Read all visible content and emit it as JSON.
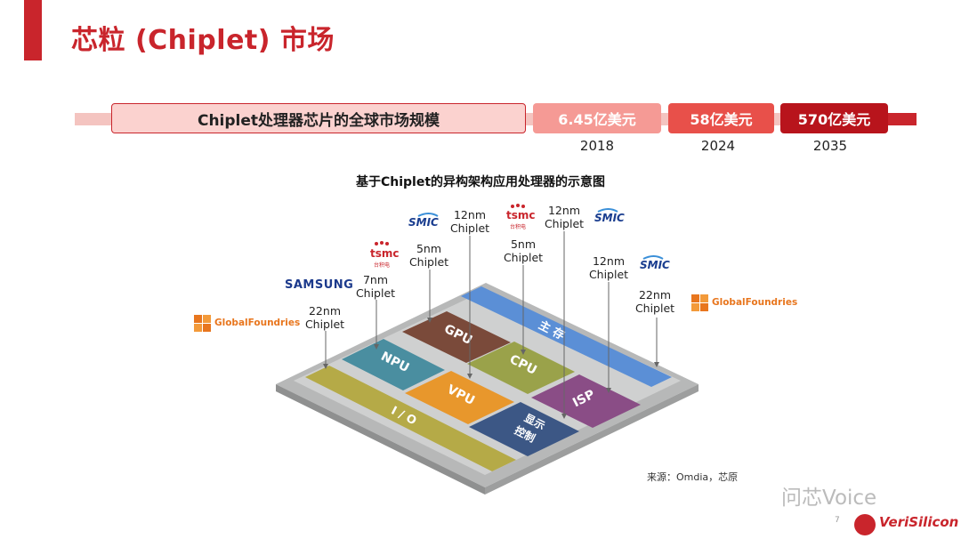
{
  "title": "芯粒 (Chiplet) 市场",
  "market": {
    "label": "Chiplet处理器芯片的全球市场规模",
    "values": [
      {
        "amount": "6.45亿美元",
        "year": "2018",
        "color": "#f59a95"
      },
      {
        "amount": "58亿美元",
        "year": "2024",
        "color": "#e8504a"
      },
      {
        "amount": "570亿美元",
        "year": "2035",
        "color": "#b8141c"
      }
    ]
  },
  "diagram": {
    "title": "基于Chiplet的异构架构应用处理器的示意图",
    "blocks": {
      "gpu": "GPU",
      "npu": "NPU",
      "cpu": "CPU",
      "vpu": "VPU",
      "isp": "ISP",
      "io": "I / O",
      "memory": "主 存",
      "display_line1": "显示",
      "display_line2": "控制"
    },
    "chiplet_labels": {
      "io": [
        "22nm",
        "Chiplet"
      ],
      "npu": [
        "7nm",
        "Chiplet"
      ],
      "gpu": [
        "5nm",
        "Chiplet"
      ],
      "vpu": [
        "12nm",
        "Chiplet"
      ],
      "cpu": [
        "5nm",
        "Chiplet"
      ],
      "display": [
        "12nm",
        "Chiplet"
      ],
      "isp": [
        "12nm",
        "Chiplet"
      ],
      "memory": [
        "22nm",
        "Chiplet"
      ]
    },
    "logos": {
      "globalfoundries": "GlobalFoundries",
      "samsung": "SAMSUNG",
      "smic": "SMIC",
      "tsmc": "tsmc",
      "tsmc_sub": "台积电"
    }
  },
  "source": "来源：Omdia，芯原",
  "watermark": "问芯Voice",
  "corner": {
    "brand": "VeriSilicon",
    "page": "7"
  }
}
